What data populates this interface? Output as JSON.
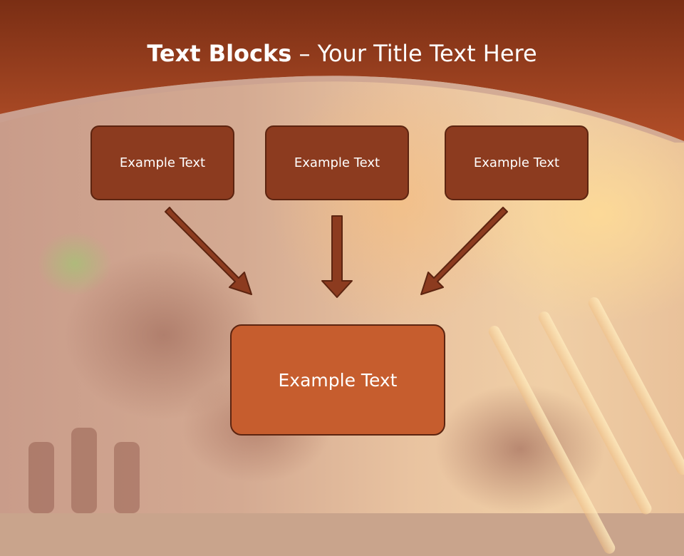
{
  "slide": {
    "title_bold": "Text Blocks",
    "title_rest": " – Your Title Text Here"
  },
  "blocks": {
    "top": [
      {
        "label": "Example Text"
      },
      {
        "label": "Example Text"
      },
      {
        "label": "Example Text"
      }
    ],
    "main": {
      "label": "Example Text"
    }
  },
  "colors": {
    "header": "#8a3a1c",
    "box_dark": "#8c3b1f",
    "box_main": "#c65d2e",
    "border": "#5c2410"
  }
}
